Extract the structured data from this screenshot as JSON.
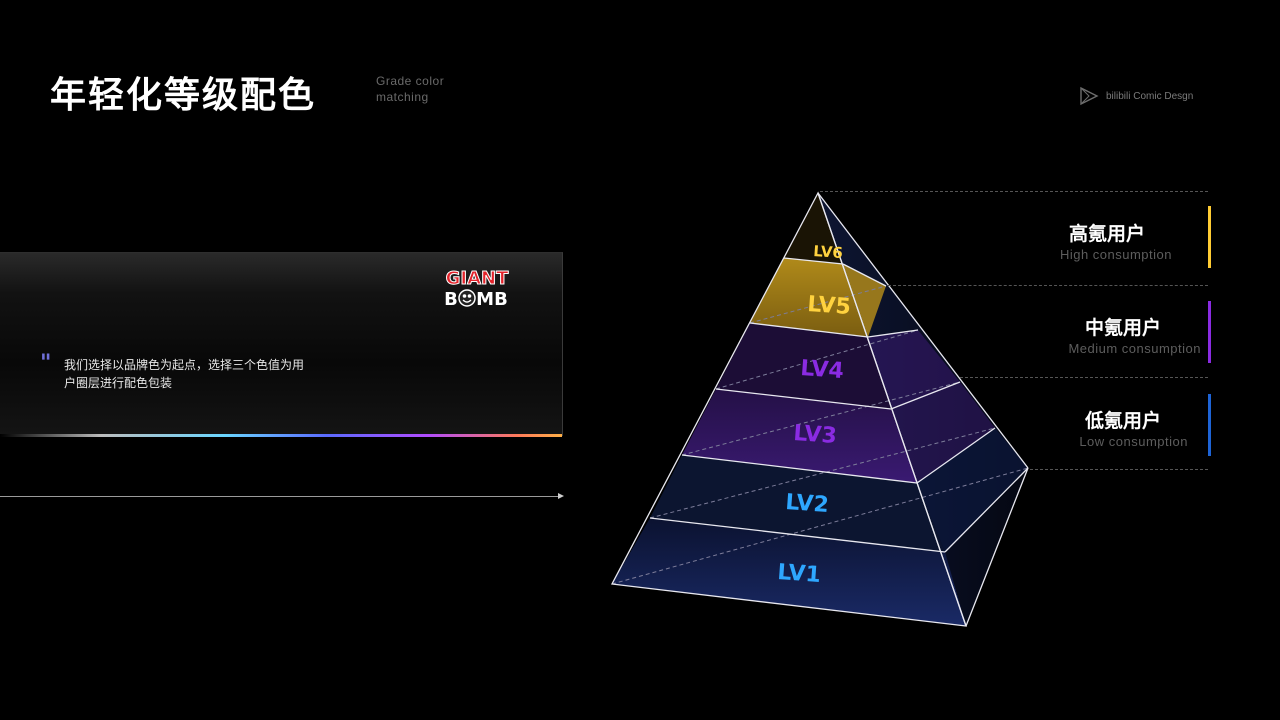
{
  "header": {
    "title": "年轻化等级配色",
    "subtitle_line1": "Grade color",
    "subtitle_line2": "matching",
    "brand": "bilibili Comic Desgn"
  },
  "card": {
    "quote_line1": "我们选择以品牌色为起点，选择三个色值为用",
    "quote_line2": "户圈层进行配色包装",
    "logo_top": "GIANT",
    "logo_bottom_left": "B",
    "logo_bottom_right": "MB"
  },
  "pyramid": {
    "levels": [
      "LV1",
      "LV2",
      "LV3",
      "LV4",
      "LV5",
      "LV6"
    ],
    "colors": {
      "gold": "#ffd23f",
      "purple": "#8a2be2",
      "blue": "#2ea7ff"
    }
  },
  "segments": [
    {
      "title": "高氪用户",
      "subtitle": "High consumption",
      "color": "#ffcc33"
    },
    {
      "title": "中氪用户",
      "subtitle": "Medium consumption",
      "color": "#8a2be2"
    },
    {
      "title": "低氪用户",
      "subtitle": "Low consumption",
      "color": "#1e64d6"
    }
  ]
}
